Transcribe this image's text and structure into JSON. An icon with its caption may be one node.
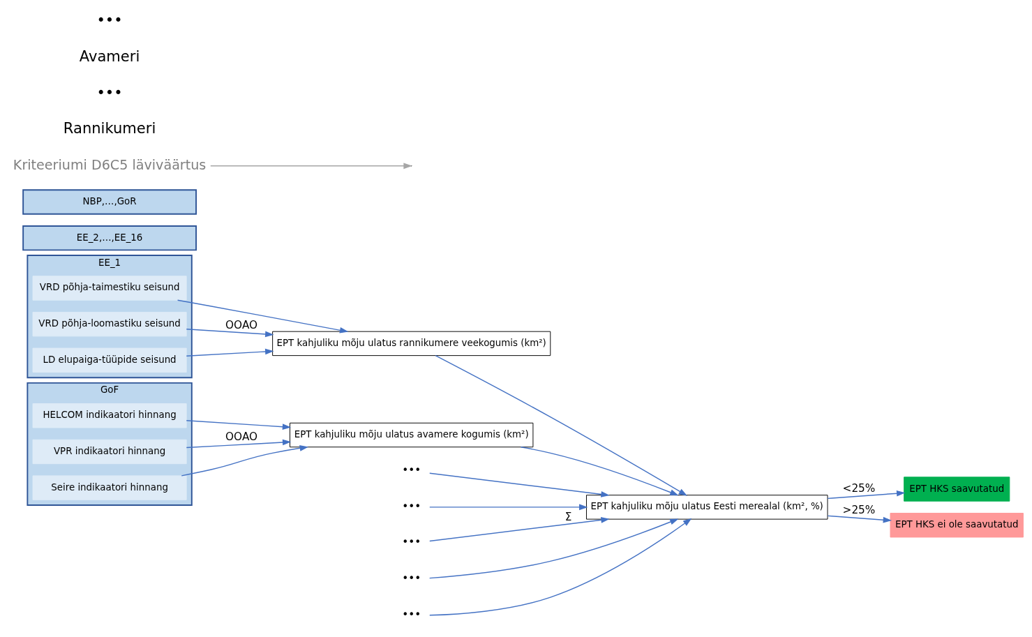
{
  "diagram": {
    "nodes": [
      {
        "text": [
          "EE_1"
        ]
      },
      {
        "text": [
          "VRD põhja-taimestiku seisund"
        ],
        "in": 0
      },
      {
        "text": [
          "VRD põhja-loomastiku seisund"
        ],
        "in": 0
      },
      {
        "text": [
          "LD elupaiga-tüüpide seisund"
        ],
        "in": 0
      },
      {
        "text": [
          "EE_2,…,EE_16"
        ]
      },
      {
        "text": [
          "GoF"
        ]
      },
      {
        "text": [
          "HELCOM indikaatori hinnang"
        ],
        "in": 5
      },
      {
        "text": [
          "VPR indikaatori hinnang"
        ],
        "in": 5
      },
      {
        "text": [
          "Seire indikaatori hinnang"
        ],
        "in": 5
      },
      {
        "text": [
          "NBP,…,GoR"
        ]
      },
      {
        "text": [
          "EPT kahjuliku mõju ulatus rannikumere veekogumis (km²)"
        ]
      },
      {
        "text": [
          "EPT kahjuliku mõju ulatus avamere kogumis (km²)"
        ]
      },
      {
        "text": [
          "EPT kahjuliku mõju ulatus Eesti merealal (km², %)"
        ]
      },
      {
        "text": [
          "EPT HKS saavutatud"
        ]
      },
      {
        "text": [
          "EPT HKS ei ole saavutatud"
        ]
      },
      {
        "text": [
          "•••"
        ]
      },
      {
        "text": [
          "•••"
        ]
      },
      {
        "text": [
          "•••"
        ]
      },
      {
        "text": [
          "•••"
        ]
      },
      {
        "text": [
          "•••"
        ]
      },
      {
        "text": [
          "Kriteeriumi D6C5 läviväärtus"
        ]
      }
    ],
    "edges": [
      {
        "from": 1,
        "to": 10,
        "arrow": "to"
      },
      {
        "from": 2,
        "to": 10,
        "arrow": "to",
        "label": "OOAO"
      },
      {
        "from": 3,
        "to": 10,
        "arrow": "to"
      },
      {
        "from": 6,
        "to": 11,
        "arrow": "to"
      },
      {
        "from": 7,
        "to": 11,
        "arrow": "to",
        "label": "OOAO"
      },
      {
        "from": 8,
        "to": 11,
        "arrow": "to"
      },
      {
        "from": 10,
        "to": 12,
        "arrow": "to"
      },
      {
        "from": 15,
        "to": 12,
        "arrow": "to"
      },
      {
        "from": 16,
        "to": 12,
        "arrow": "to"
      },
      {
        "from": 17,
        "to": 12,
        "arrow": "to",
        "label": "Σ"
      },
      {
        "from": 11,
        "to": 12,
        "arrow": "to"
      },
      {
        "from": 18,
        "to": 12,
        "arrow": "to"
      },
      {
        "from": 19,
        "to": 12,
        "arrow": "to"
      },
      {
        "from": 12,
        "to": 13,
        "arrow": "to",
        "label": "<25%"
      },
      {
        "from": 12,
        "to": 14,
        "arrow": "to",
        "label": ">25%"
      },
      {
        "from": 20,
        "to": null,
        "arrow": "to",
        "color": "#a6a6a6"
      }
    ],
    "labels": [
      "Rannikumeri",
      "•••",
      "Avameri",
      "•••"
    ]
  }
}
